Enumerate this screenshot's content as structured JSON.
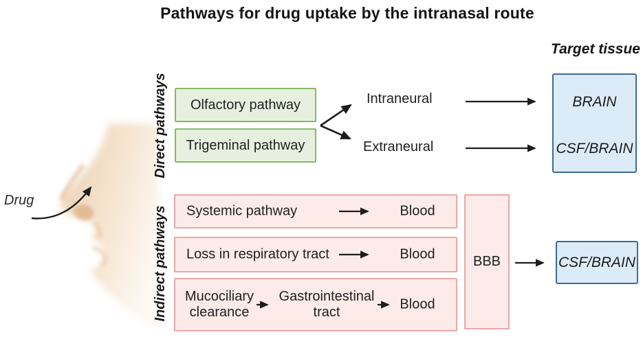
{
  "title": "Pathways for drug uptake by the intranasal route",
  "legend": {
    "target_tissue": "Target tissue",
    "drug": "Drug"
  },
  "direct_pathways": {
    "section_label": "Direct pathways",
    "boxes": [
      {
        "label": "Olfactory pathway"
      },
      {
        "label": "Trigeminal pathway"
      }
    ],
    "branches": [
      {
        "label": "Intraneural",
        "target": "BRAIN"
      },
      {
        "label": "Extraneural",
        "target": "CSF/BRAIN"
      }
    ]
  },
  "indirect_pathways": {
    "section_label": "Indirect pathways",
    "rows": [
      {
        "label": "Systemic pathway",
        "result": "Blood"
      },
      {
        "label": "Loss in respiratory tract",
        "result": "Blood"
      },
      {
        "label": "Mucociliary clearance",
        "middle": "Gastrointestinal tract",
        "result": "Blood"
      }
    ],
    "barrier": "BBB",
    "target": "CSF/BRAIN"
  },
  "colors": {
    "direct_box_fill": "#e7f0df",
    "direct_box_border": "#86b86b",
    "indirect_box_fill": "#fcebe9",
    "indirect_box_border": "#e9a8a7",
    "target_box_fill": "#dcebf8",
    "target_box_border": "#3d6a99",
    "arrow": "#1d1d1d"
  }
}
